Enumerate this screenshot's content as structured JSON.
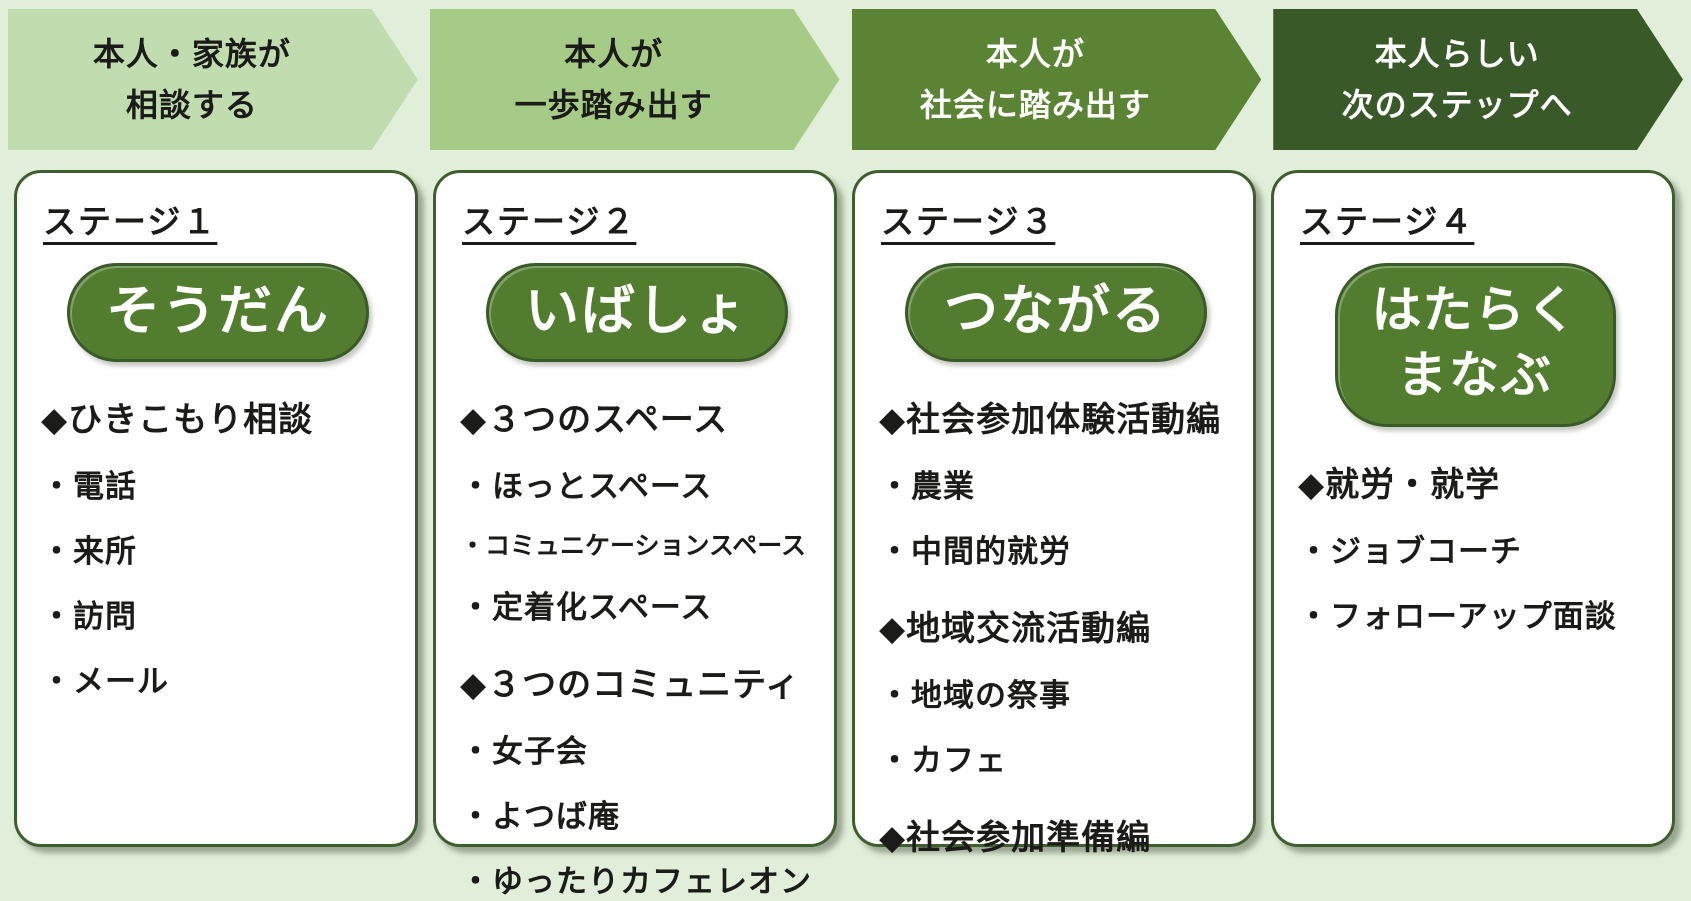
{
  "page": {
    "background": "#e1eed9",
    "text_color": "#1b1b19",
    "card_background": "#ffffff",
    "card_border_color": "#3f5e2d",
    "badge_fill": "#527d2f",
    "badge_border": "#3a5a28",
    "badge_text_color": "#ffffff"
  },
  "flow_arrows": [
    {
      "lines": [
        "本人・家族が",
        "相談する"
      ],
      "bg": "#c1ddb0",
      "text_color": "#1b1b19"
    },
    {
      "lines": [
        "本人が",
        "一歩踏み出す"
      ],
      "bg": "#a6cb86",
      "text_color": "#1b1b19"
    },
    {
      "lines": [
        "本人が",
        "社会に踏み出す"
      ],
      "bg": "#5a8334",
      "text_color": "#ffffff"
    },
    {
      "lines": [
        "本人らしい",
        "次のステップへ"
      ],
      "bg": "#3a5929",
      "text_color": "#ffffff"
    }
  ],
  "stages": [
    {
      "title": "ステージ１",
      "badge_lines": [
        "そうだん"
      ],
      "sections": [
        {
          "heading": "◆ひきこもり相談",
          "items": [
            "・電話",
            "・来所",
            "・訪問",
            "・メール"
          ]
        }
      ]
    },
    {
      "title": "ステージ２",
      "badge_lines": [
        "いばしょ"
      ],
      "sections": [
        {
          "heading": "◆３つのスペース",
          "items": [
            "・ほっとスペース",
            "・コミュニケーションスペース",
            "・定着化スペース"
          ]
        },
        {
          "heading": "◆３つのコミュニティ",
          "items": [
            "・女子会",
            "・よつば庵",
            "・ゆったりカフェレオン"
          ]
        }
      ]
    },
    {
      "title": "ステージ３",
      "badge_lines": [
        "つながる"
      ],
      "sections": [
        {
          "heading": "◆社会参加体験活動編",
          "items": [
            "・農業",
            "・中間的就労"
          ]
        },
        {
          "heading": "◆地域交流活動編",
          "items": [
            "・地域の祭事",
            "・カフェ"
          ]
        },
        {
          "heading": "◆社会参加準備編",
          "items": []
        }
      ]
    },
    {
      "title": "ステージ４",
      "badge_lines": [
        "はたらく",
        "まなぶ"
      ],
      "sections": [
        {
          "heading": "◆就労・就学",
          "items": [
            "・ジョブコーチ",
            "・フォローアップ面談"
          ]
        }
      ]
    }
  ]
}
